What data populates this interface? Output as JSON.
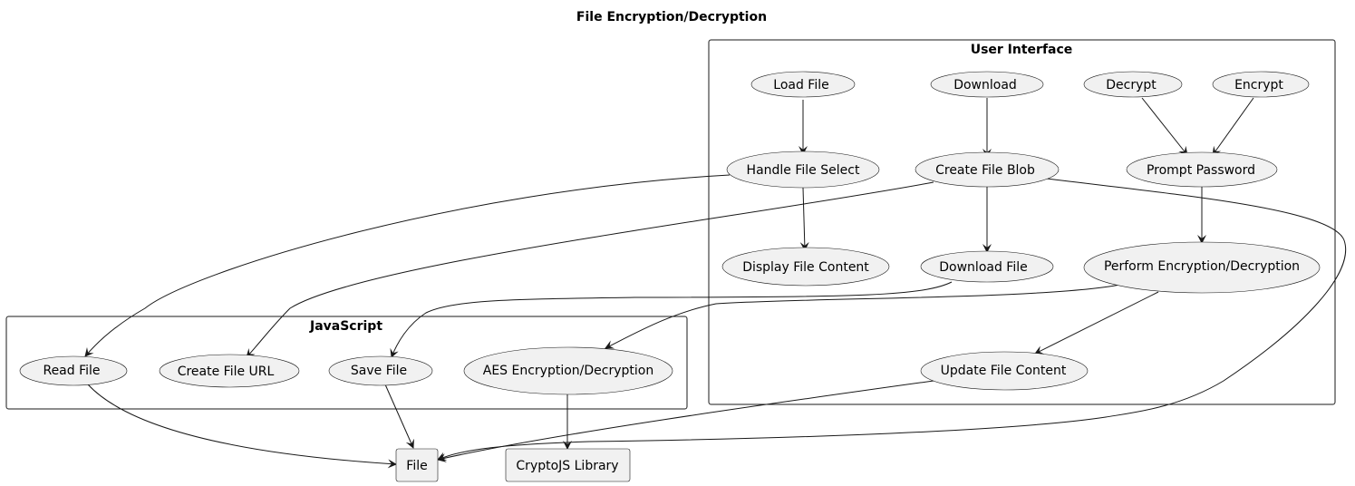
{
  "title": "File Encryption/Decryption",
  "packages": {
    "ui": {
      "label": "User Interface"
    },
    "js": {
      "label": "JavaScript"
    }
  },
  "nodes": {
    "load_file": "Load File",
    "download": "Download",
    "decrypt": "Decrypt",
    "encrypt": "Encrypt",
    "handle_file_select": "Handle File Select",
    "create_file_blob": "Create File Blob",
    "prompt_password": "Prompt Password",
    "display_file_content": "Display File Content",
    "download_file": "Download File",
    "perform_enc_dec": "Perform Encryption/Decryption",
    "update_file_content": "Update File Content",
    "read_file": "Read File",
    "create_file_url": "Create File URL",
    "save_file": "Save File",
    "aes_enc_dec": "AES Encryption/Decryption",
    "file": "File",
    "cryptojs_library": "CryptoJS Library"
  }
}
